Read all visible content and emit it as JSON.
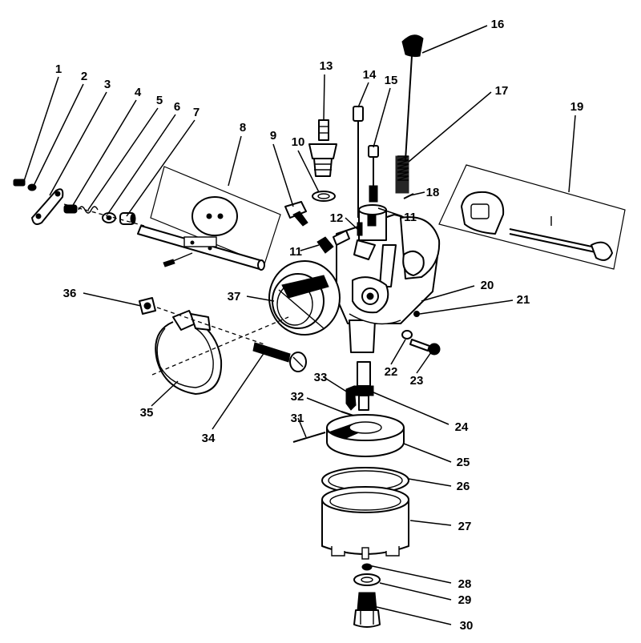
{
  "labels": [
    "1",
    "2",
    "3",
    "4",
    "5",
    "6",
    "7",
    "8",
    "9",
    "10",
    "11",
    "11",
    "12",
    "13",
    "14",
    "15",
    "16",
    "17",
    "18",
    "19",
    "20",
    "21",
    "22",
    "23",
    "24",
    "25",
    "26",
    "27",
    "28",
    "29",
    "30",
    "31",
    "32",
    "33",
    "34",
    "35",
    "36",
    "37"
  ],
  "colors": {
    "ink": "#000000",
    "paper": "#ffffff"
  }
}
